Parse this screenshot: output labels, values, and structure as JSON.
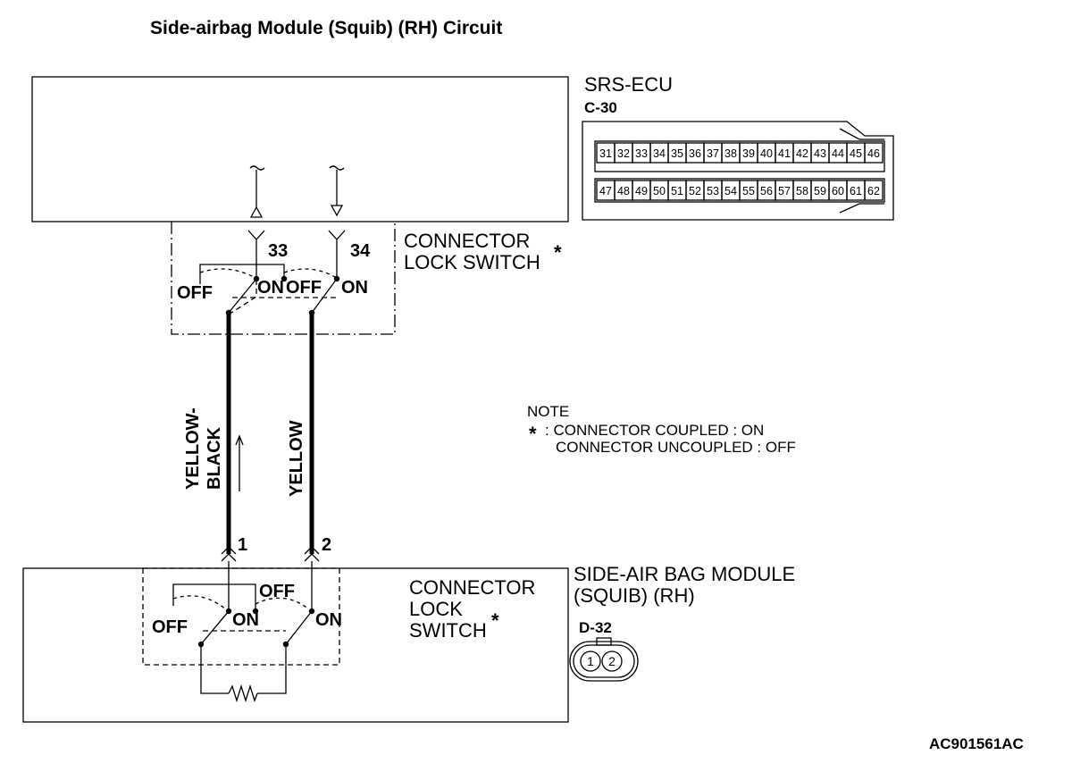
{
  "title": "Side-airbag Module (Squib) (RH) Circuit",
  "ecu": {
    "name": "SRS-ECU",
    "connector_code": "C-30",
    "pins_top": [
      "31",
      "32",
      "33",
      "34",
      "35",
      "36",
      "37",
      "38",
      "39",
      "40",
      "41",
      "42",
      "43",
      "44",
      "45",
      "46"
    ],
    "pins_bottom": [
      "47",
      "48",
      "49",
      "50",
      "51",
      "52",
      "53",
      "54",
      "55",
      "56",
      "57",
      "58",
      "59",
      "60",
      "61",
      "62"
    ]
  },
  "upper_switch": {
    "label_line1": "CONNECTOR",
    "label_line2": "LOCK SWITCH",
    "asterisk": "*",
    "pin_a": "33",
    "pin_b": "34",
    "off": "OFF",
    "on": "ON"
  },
  "wires": {
    "wire1_line1": "YELLOW-",
    "wire1_line2": "BLACK",
    "wire2": "YELLOW",
    "pin1": "1",
    "pin2": "2"
  },
  "note": {
    "heading": "NOTE",
    "asterisk": "*",
    "line1": ": CONNECTOR COUPLED : ON",
    "line2": "CONNECTOR UNCOUPLED : OFF"
  },
  "lower_switch": {
    "label_line1": "CONNECTOR",
    "label_line2": "LOCK",
    "label_line3": "SWITCH",
    "asterisk": "*",
    "off": "OFF",
    "on": "ON"
  },
  "module": {
    "name_line1": "SIDE-AIR BAG MODULE",
    "name_line2": "(SQUIB) (RH)",
    "connector_code": "D-32",
    "pin1": "1",
    "pin2": "2"
  },
  "figure_code": "AC901561AC"
}
